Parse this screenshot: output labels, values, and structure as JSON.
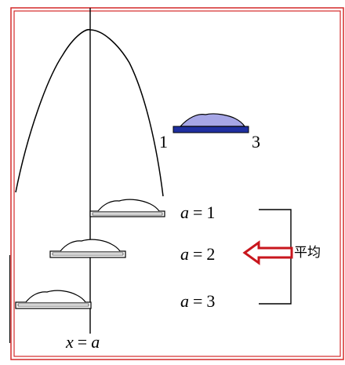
{
  "diagram": {
    "label_1": "1",
    "label_3": "3",
    "rows": [
      {
        "var": "a",
        "eq": "=",
        "val": "1"
      },
      {
        "var": "a",
        "eq": "=",
        "val": "2"
      },
      {
        "var": "a",
        "eq": "=",
        "val": "3"
      }
    ],
    "axis_label": {
      "var": "x",
      "eq": "=",
      "rhs": "a"
    },
    "average_label": "平均",
    "colors": {
      "frame": "#d42a2a",
      "lens_fill": "#a6a6e6",
      "base_fill": "#1f2fa0",
      "arrow": "#c8161d"
    }
  }
}
